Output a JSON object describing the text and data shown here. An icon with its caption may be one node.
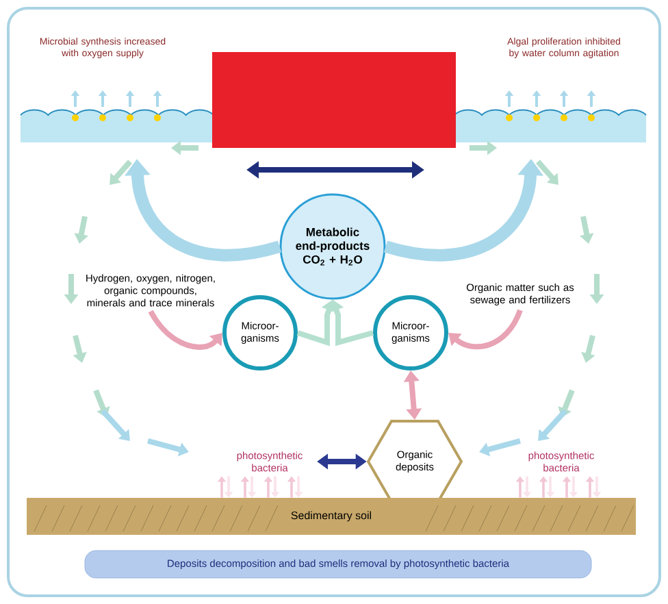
{
  "diagram": {
    "nodes": [
      {
        "text": [],
        "shape": "box"
      },
      {
        "text": [
          "Hydrogen, oxygen, nitrogen, organic compounds, minerals and trace minerals"
        ]
      },
      {
        "text": [
          "Metabolic end-products CO$_{2}$ + H$_{2}$O"
        ]
      },
      {
        "text": [
          "Organic matter such as sewage and fertilizers"
        ]
      },
      {
        "text": [
          "Microor-ganisms"
        ]
      },
      {
        "text": [
          "Microor-ganisms"
        ]
      },
      {
        "text": [
          "photosynthetic bacteria"
        ]
      },
      {
        "text": [
          "Organic deposits"
        ]
      },
      {
        "text": [
          "photosynthetic bacteria"
        ]
      },
      {
        "text": [
          "Sedimentary soil"
        ]
      },
      {
        "text": [
          "Deposits decomposition and bad smells removal by photosynthetic bacteria"
        ]
      }
    ],
    "edges": [
      {
        "from": 2,
        "to": null,
        "arrow": "to",
        "style": "thick",
        "color": "#a9d8ea"
      },
      {
        "from": 2,
        "to": null,
        "arrow": "to",
        "style": "thick",
        "color": "#a9d8ea"
      },
      {
        "from": 4,
        "to": 2,
        "arrow": "to",
        "style": "thick",
        "color": "#b5e0cf"
      },
      {
        "from": 5,
        "to": 2,
        "arrow": "to",
        "style": "thick",
        "color": "#b5e0cf"
      },
      {
        "from": 1,
        "to": 4,
        "arrow": "to",
        "style": "thick",
        "color": "#e8a3b5"
      },
      {
        "from": 3,
        "to": 5,
        "arrow": "to",
        "style": "thick",
        "color": "#e8a3b5"
      },
      {
        "from": 5,
        "to": 7,
        "arrow": "both",
        "style": "thick",
        "color": "#e8a3b5"
      },
      {
        "from": 6,
        "to": 7,
        "arrow": "both",
        "style": "thick",
        "color": "#2b3990"
      },
      {
        "from": 9,
        "to": 6,
        "arrow": "to",
        "color": "#f2c6d6"
      },
      {
        "from": 6,
        "to": 9,
        "arrow": "to",
        "color": "#fae3ea"
      },
      {
        "from": 9,
        "to": 6,
        "arrow": "to",
        "color": "#f2c6d6"
      },
      {
        "from": 6,
        "to": 9,
        "arrow": "to",
        "color": "#fae3ea"
      },
      {
        "from": 9,
        "to": 6,
        "arrow": "to",
        "color": "#f2c6d6"
      },
      {
        "from": 6,
        "to": 9,
        "arrow": "to",
        "color": "#fae3ea"
      },
      {
        "from": 9,
        "to": 6,
        "arrow": "to",
        "color": "#f2c6d6"
      },
      {
        "from": 6,
        "to": 9,
        "arrow": "to",
        "color": "#fae3ea"
      },
      {
        "from": 9,
        "to": 8,
        "arrow": "to",
        "color": "#f2c6d6"
      },
      {
        "from": 8,
        "to": 9,
        "arrow": "to",
        "color": "#fae3ea"
      },
      {
        "from": 9,
        "to": 8,
        "arrow": "to",
        "color": "#f2c6d6"
      },
      {
        "from": 8,
        "to": 9,
        "arrow": "to",
        "color": "#fae3ea"
      },
      {
        "from": 9,
        "to": 8,
        "arrow": "to",
        "color": "#f2c6d6"
      },
      {
        "from": 8,
        "to": 9,
        "arrow": "to",
        "color": "#fae3ea"
      },
      {
        "from": 9,
        "to": 8,
        "arrow": "to",
        "color": "#f2c6d6"
      },
      {
        "from": 8,
        "to": 9,
        "arrow": "to",
        "color": "#fae3ea"
      }
    ],
    "labels": [
      "Microbial synthesis increased with oxygen supply",
      "Algal proliferation inhibited by water column agitation"
    ]
  }
}
